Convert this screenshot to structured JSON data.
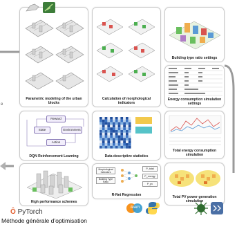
{
  "figure": {
    "caption": "Méthode générale d'optimisation",
    "left_edge_letter": "e"
  },
  "panels": {
    "parametric_modeling": "Parametric modeling of the urban blocks",
    "morphological_indicators": "Calculation of morphological indicators",
    "building_type_ratio": "Building type ratio settings",
    "energy_simulation_settings": "Energy consumption simulation settings",
    "total_energy_simulation": "Total energy consumption simulation",
    "dqn": "DQN Reinforcement Learning",
    "data_stats": "Data descriptive statistics",
    "high_performance": "High performance schemes",
    "rnet_regression": "R-Net Regression",
    "pv_generation": "Total PV power generation simulation"
  },
  "dqn_boxes": {
    "reward": "Reward",
    "state": "State",
    "environment": "Environment",
    "action": "Action"
  },
  "rnet_boxes": {
    "input_a": "Morphological Indicators",
    "input_b": "Building Type Ratio",
    "out_1": "P_total",
    "out_2": "P_energy",
    "out_3": "P_pv"
  },
  "logos": {
    "pytorch": "PyTorch",
    "sklearn": "learn"
  },
  "colors": {
    "green_accent": "#4caf50",
    "red_accent": "#d9534f",
    "orange_accent": "#f0ad4e",
    "heatmap_blue": "#1f4e9c",
    "arrow_gray": "#9a9a9a"
  }
}
